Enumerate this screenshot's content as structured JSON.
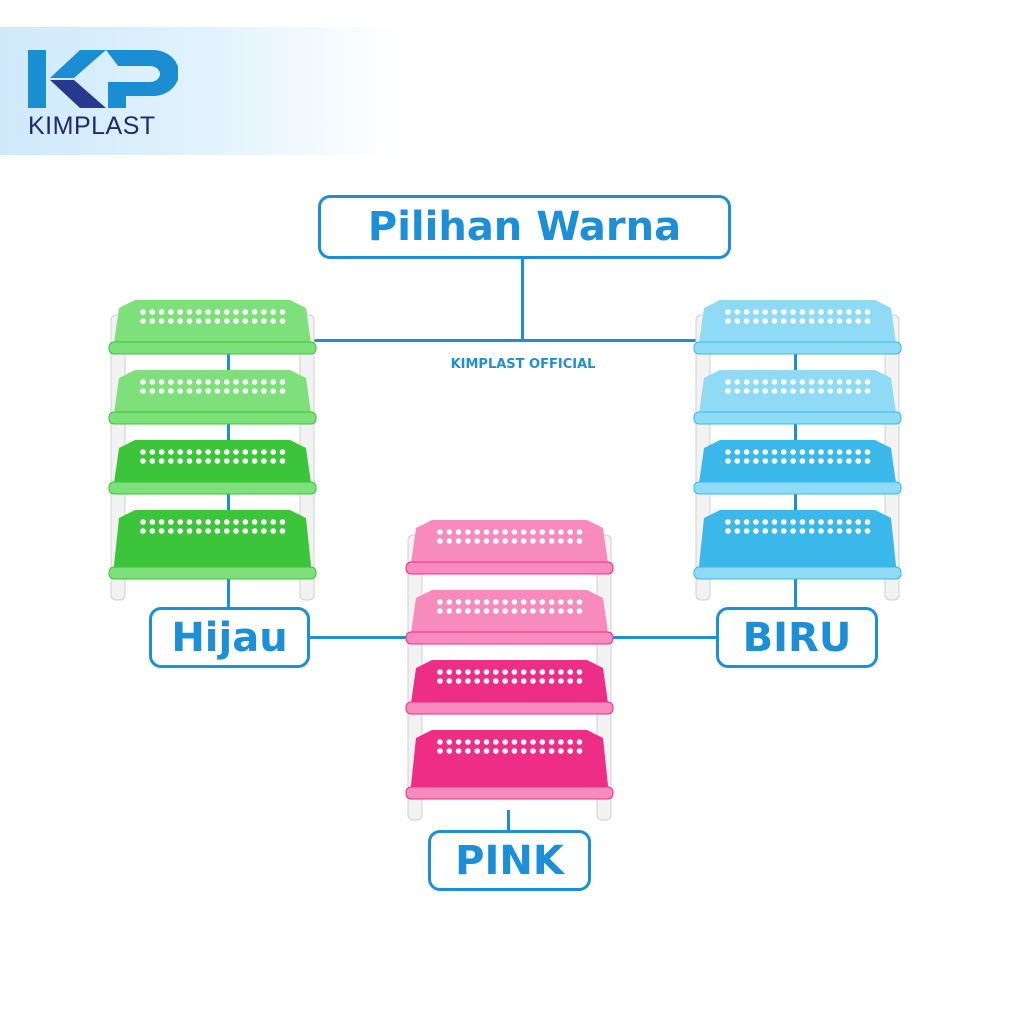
{
  "brand": {
    "logo_letters": "KP",
    "name": "KIMPLAST"
  },
  "title": "Pilihan Warna",
  "watermark": "KIMPLAST OFFICIAL",
  "options": [
    {
      "label": "Hijau",
      "color_main": "#3cc43a",
      "color_light": "#7ee07a"
    },
    {
      "label": "PINK",
      "color_main": "#ee2e86",
      "color_light": "#f78bbd"
    },
    {
      "label": "BIRU",
      "color_main": "#3bb8ea",
      "color_light": "#8fdaf5"
    }
  ],
  "colors": {
    "accent": "#1c8fd6",
    "logo_dark": "#1f2a6e"
  }
}
